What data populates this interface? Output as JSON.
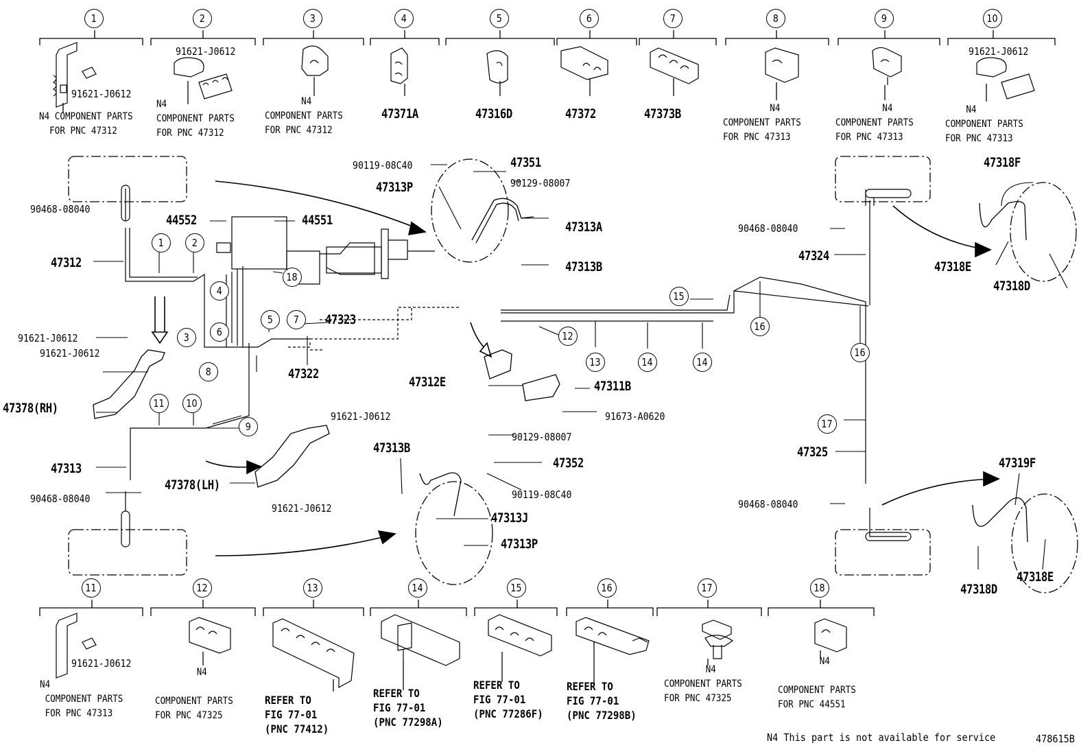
{
  "clip_callouts_top": [
    "1",
    "2",
    "3",
    "4",
    "5",
    "6",
    "7",
    "8",
    "9",
    "10"
  ],
  "clip_callouts_bottom": [
    "11",
    "12",
    "13",
    "14",
    "15",
    "16",
    "17",
    "18"
  ],
  "diagram_callouts": [
    "1",
    "2",
    "3",
    "4",
    "5",
    "6",
    "7",
    "8",
    "9",
    "10",
    "11",
    "12",
    "13",
    "14",
    "14",
    "15",
    "16",
    "16",
    "17",
    "18"
  ],
  "top_row": {
    "c1_bolt": "91621-J0612",
    "c1_note": "N4",
    "c1_desc_1": "COMPONENT PARTS",
    "c1_desc_2": "FOR PNC 47312",
    "c2_bolt": "91621-J0612",
    "c2_note": "N4",
    "c2_desc_1": "COMPONENT PARTS",
    "c2_desc_2": "FOR PNC 47312",
    "c3_note": "N4",
    "c3_desc_1": "COMPONENT PARTS",
    "c3_desc_2": "FOR PNC 47312",
    "c4_part": "47371A",
    "c5_part": "47316D",
    "c6_part": "47372",
    "c7_part": "47373B",
    "c8_note": "N4",
    "c8_desc_1": "COMPONENT PARTS",
    "c8_desc_2": "FOR PNC 47313",
    "c9_note": "N4",
    "c9_desc_1": "COMPONENT PARTS",
    "c9_desc_2": "FOR PNC 47313",
    "c10_bolt": "91621-J0612",
    "c10_note": "N4",
    "c10_desc_1": "COMPONENT PARTS",
    "c10_desc_2": "FOR PNC 47313"
  },
  "bottom_row": {
    "c11_bolt": "91621-J0612",
    "c11_note": "N4",
    "c11_desc_1": "COMPONENT PARTS",
    "c11_desc_2": "FOR PNC 47313",
    "c12_note": "N4",
    "c12_desc_1": "COMPONENT PARTS",
    "c12_desc_2": "FOR PNC 47325",
    "c13_ref_1": "REFER TO",
    "c13_ref_2": "FIG 77-01",
    "c13_ref_3": "(PNC 77412)",
    "c14_ref_1": "REFER TO",
    "c14_ref_2": "FIG 77-01",
    "c14_ref_3": "(PNC 77298A)",
    "c15_ref_1": "REFER TO",
    "c15_ref_2": "FIG 77-01",
    "c15_ref_3": "(PNC 77286F)",
    "c16_ref_1": "REFER TO",
    "c16_ref_2": "FIG 77-01",
    "c16_ref_3": "(PNC 77298B)",
    "c17_note": "N4",
    "c17_desc_1": "COMPONENT PARTS",
    "c17_desc_2": "FOR PNC 47325",
    "c18_note": "N4",
    "c18_desc_1": "COMPONENT PARTS",
    "c18_desc_2": "FOR PNC 44551"
  },
  "parts": {
    "p90119_top": "90119-08C40",
    "p47351": "47351",
    "p90129_top": "90129-08007",
    "p47313P_top": "47313P",
    "p47313A": "47313A",
    "p47313B_top": "47313B",
    "p44552": "44552",
    "p44551": "44551",
    "p90468_left_top": "90468-08040",
    "p47312": "47312",
    "p91621_a": "91621-J0612",
    "p91621_b": "91621-J0612",
    "p47378RH": "47378(RH)",
    "p47323": "47323",
    "p47322": "47322",
    "p47312E": "47312E",
    "p47311B": "47311B",
    "p91673": "91673-A0620",
    "p91621_c": "91621-J0612",
    "p91621_d": "91621-J0612",
    "p47378LH": "47378(LH)",
    "p47313": "47313",
    "p90468_left_bot": "90468-08040",
    "p47313B_bot": "47313B",
    "p90129_bot": "90129-08007",
    "p47352": "47352",
    "p90119_bot": "90119-08C40",
    "p47313J": "47313J",
    "p47313P_bot": "47313P",
    "p90468_right_top": "90468-08040",
    "p47324": "47324",
    "p47318F": "47318F",
    "p47318E_top": "47318E",
    "p47318D_top": "47318D",
    "p47325": "47325",
    "p90468_right_bot": "90468-08040",
    "p47319F": "47319F",
    "p47318D_bot": "47318D",
    "p47318E_bot": "47318E"
  },
  "footer": {
    "note": "N4 This part is not available for service",
    "code": "478615B"
  }
}
